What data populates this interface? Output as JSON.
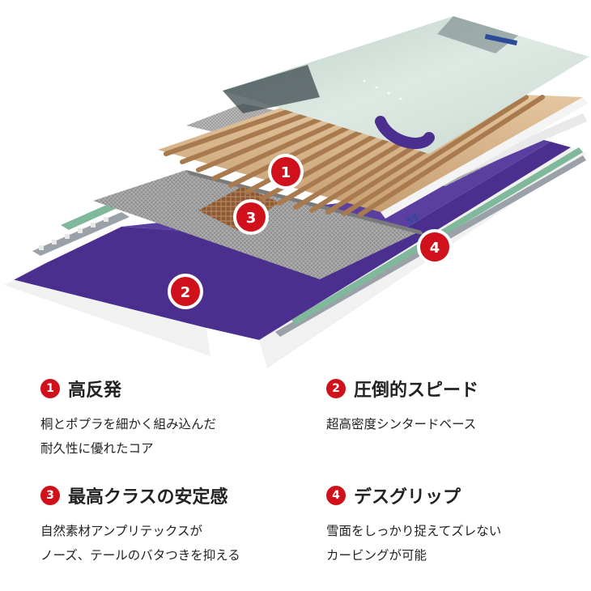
{
  "colors": {
    "accent": "#d0111b",
    "base_purple": "#4b2f8f",
    "text": "#222222"
  },
  "layer_markers": [
    "1",
    "2",
    "3",
    "4"
  ],
  "board_print": {
    "brand_mark": "55"
  },
  "features": [
    {
      "number": "1",
      "title": "高反発",
      "lines": [
        "桐とポプラを細かく組み込んだ",
        "耐久性に優れたコア"
      ]
    },
    {
      "number": "2",
      "title": "圧倒的スピード",
      "lines": [
        "超高密度シンタードベース"
      ]
    },
    {
      "number": "3",
      "title": "最高クラスの安定感",
      "lines": [
        "自然素材アンプリテックスが",
        "ノーズ、テールのバタつきを抑える"
      ]
    },
    {
      "number": "4",
      "title": "デスグリップ",
      "lines": [
        "雪面をしっかり捉えてズレない",
        "カービングが可能"
      ]
    }
  ]
}
